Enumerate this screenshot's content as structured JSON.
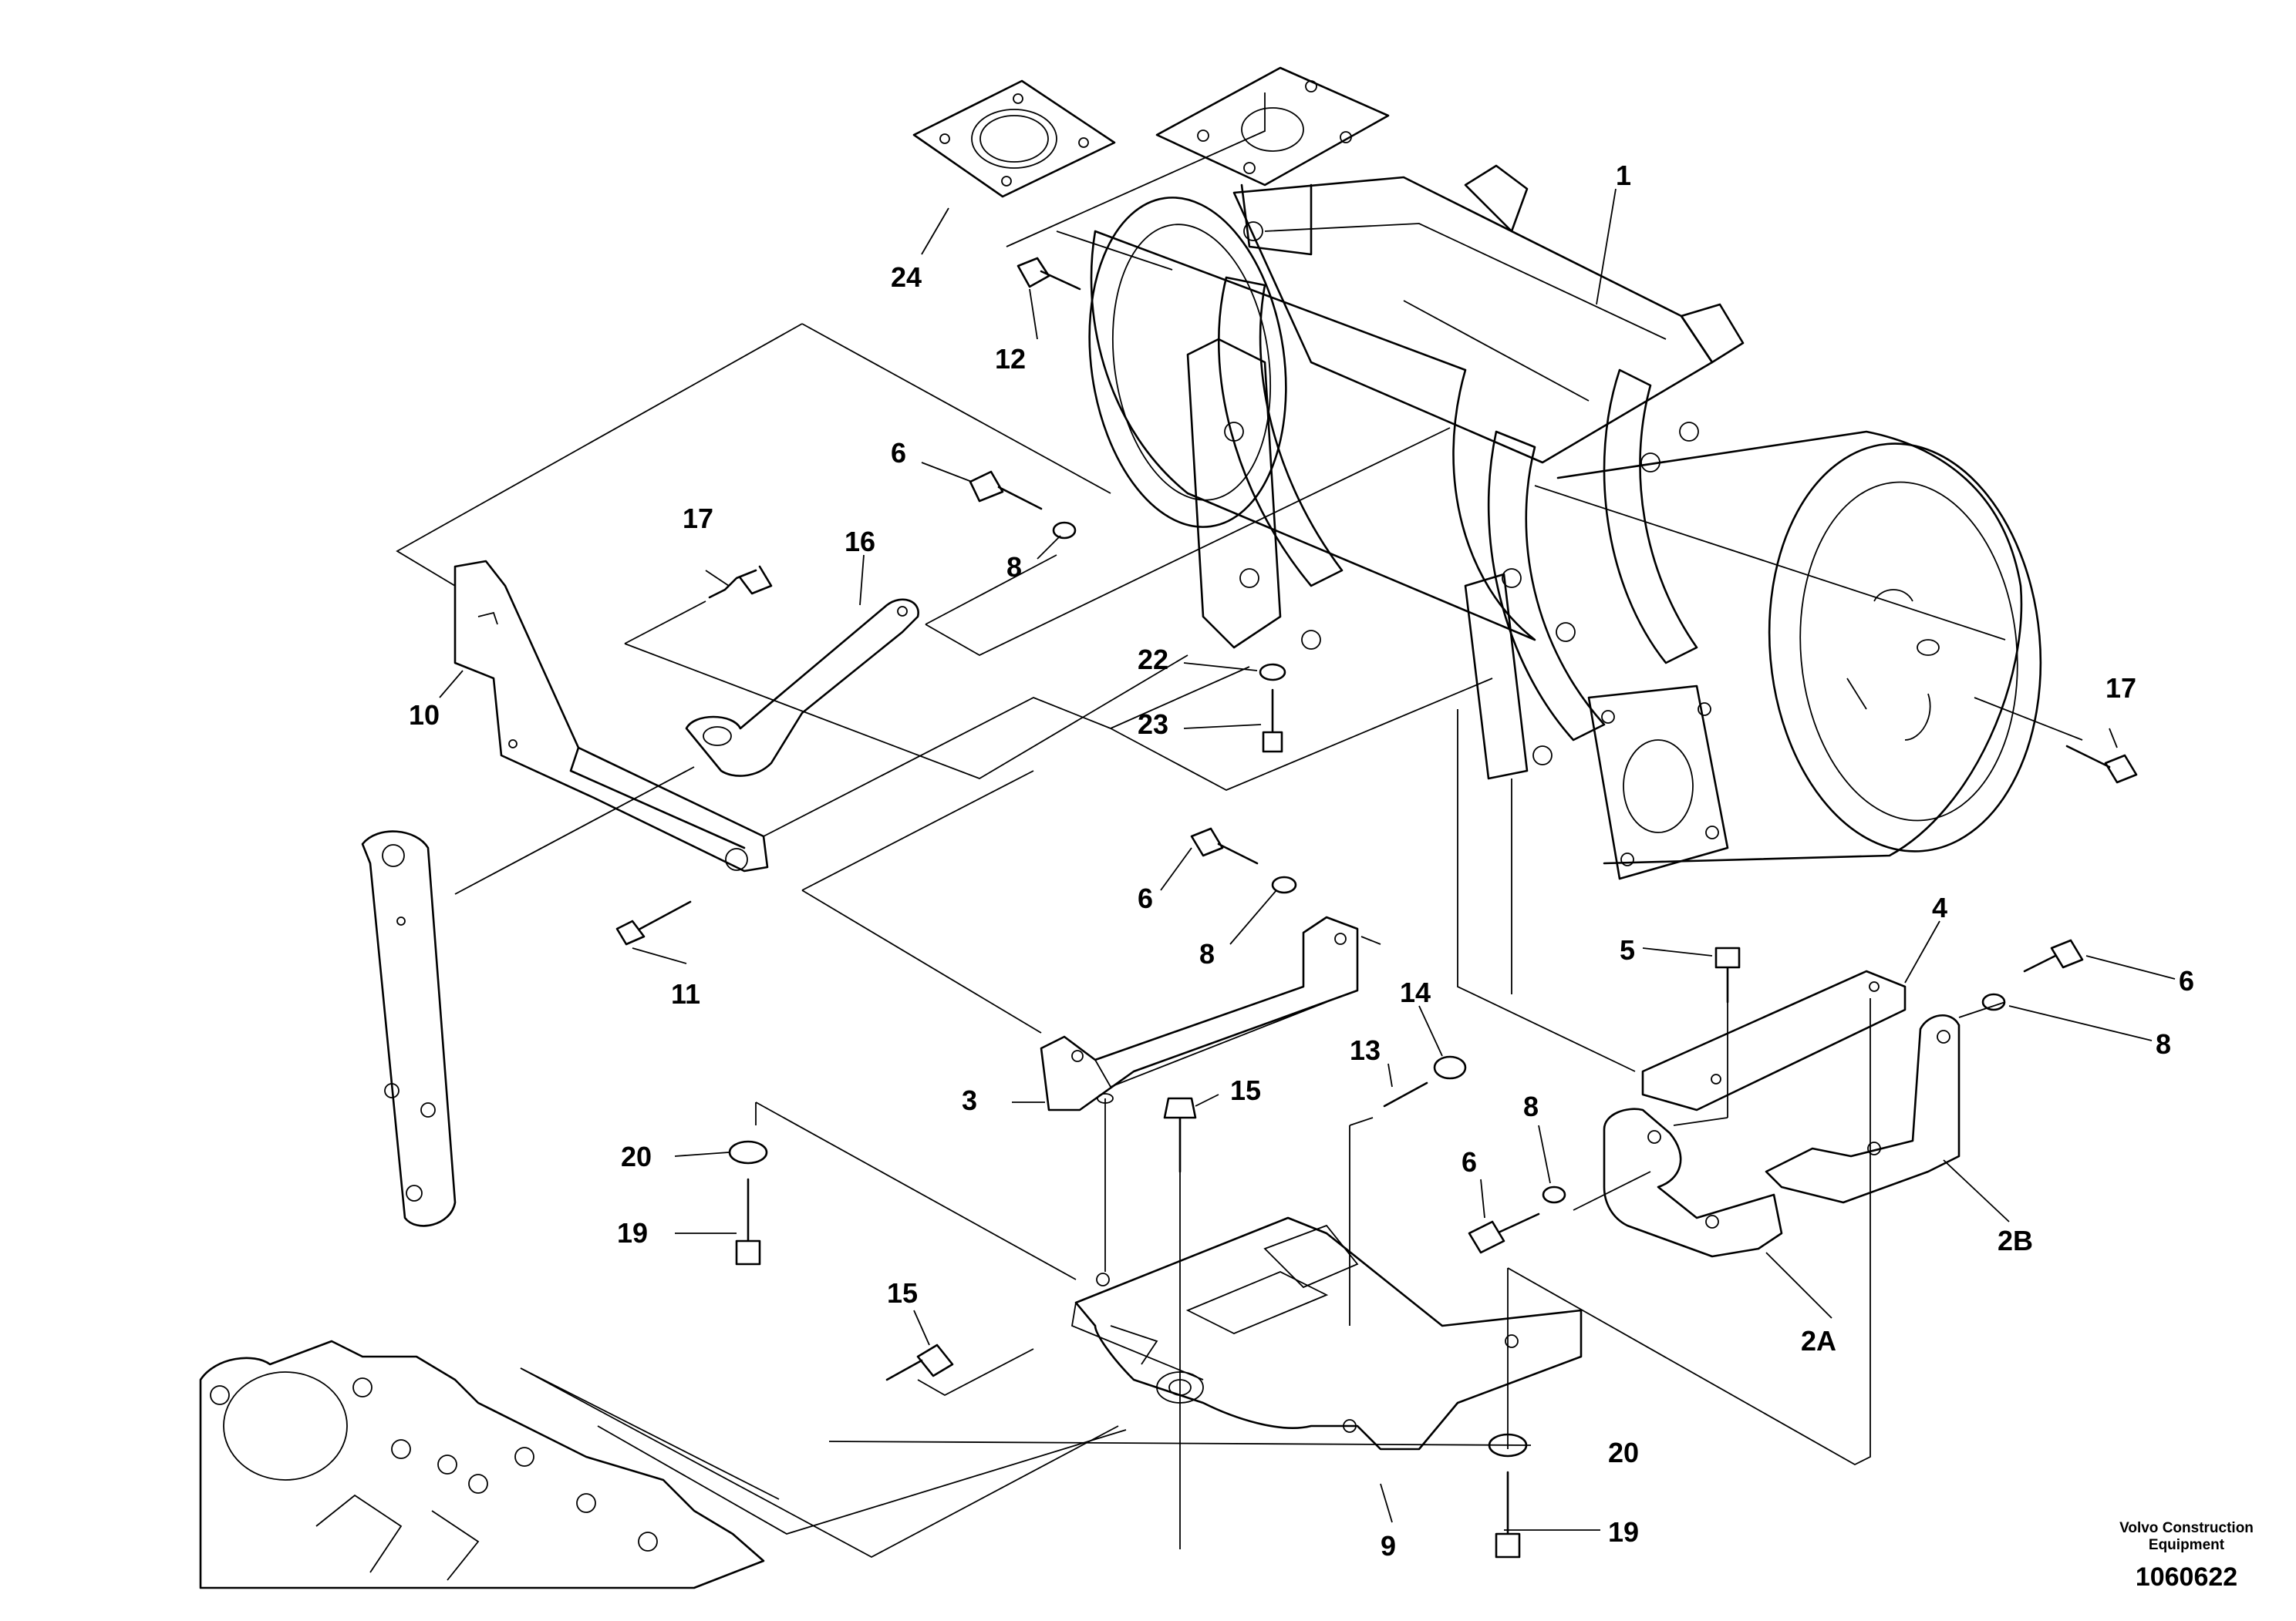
{
  "callouts": {
    "c1": "1",
    "c2a": "2A",
    "c2b": "2B",
    "c3": "3",
    "c4": "4",
    "c5": "5",
    "c6a": "6",
    "c6b": "6",
    "c6c": "6",
    "c6d": "6",
    "c8a": "8",
    "c8b": "8",
    "c8c": "8",
    "c8d": "8",
    "c9": "9",
    "c10": "10",
    "c11": "11",
    "c12": "12",
    "c13": "13",
    "c14": "14",
    "c15a": "15",
    "c15b": "15",
    "c16": "16",
    "c17a": "17",
    "c17b": "17",
    "c19a": "19",
    "c19b": "19",
    "c20a": "20",
    "c20b": "20",
    "c22": "22",
    "c23": "23",
    "c24": "24"
  },
  "footer": {
    "brand_line1": "Volvo Construction",
    "brand_line2": "Equipment",
    "drawing_number": "1060622"
  }
}
